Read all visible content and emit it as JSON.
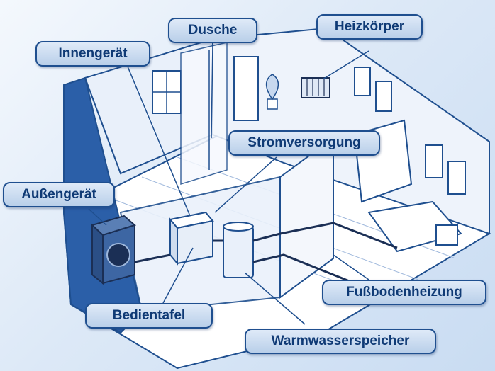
{
  "diagram": {
    "labels": {
      "innengeraet": "Innengerät",
      "dusche": "Dusche",
      "heizkoerper": "Heizkörper",
      "stromversorgung": "Stromversorgung",
      "aussengeraet": "Außengerät",
      "bedientafel": "Bedientafel",
      "warmwasserspeicher": "Warmwasserspeicher",
      "fussbodenheizung": "Fußbodenheizung"
    },
    "colors": {
      "outline": "#1f4f8f",
      "callout_fill": "#c9daef",
      "label_text": "#0f3a75",
      "wall_fill": "#e9f0fa",
      "dark_wall": "#2b5fa8",
      "pipe": "#1b2f55"
    }
  }
}
